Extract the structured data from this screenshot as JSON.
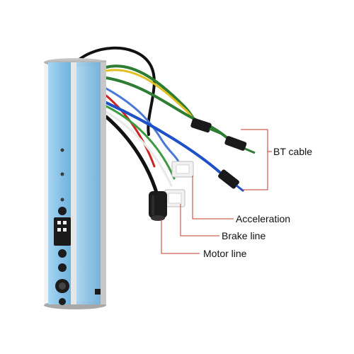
{
  "labels": {
    "bt_cable": "BT cable",
    "acceleration": "Acceleration",
    "brake_line": "Brake line",
    "motor_line": "Motor line"
  },
  "colors": {
    "callout_line": "#c0392b",
    "tape_blue": "#8fc6ea",
    "housing_silver": "#d8d8d8",
    "wire_green": "#2e7d32",
    "wire_yellow": "#e0c020",
    "wire_blue": "#1e50c8",
    "wire_red": "#cc2222",
    "wire_black": "#111111",
    "connector_white": "#f2f2f2"
  }
}
